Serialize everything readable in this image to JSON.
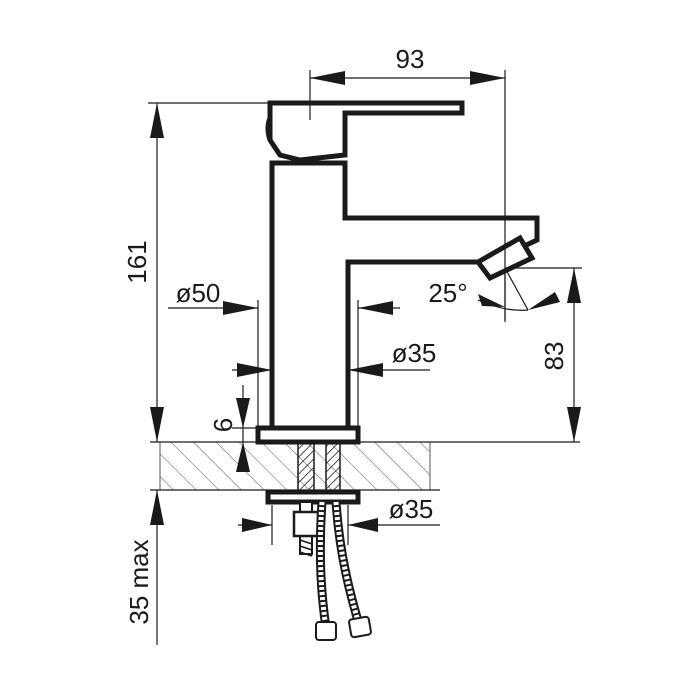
{
  "dimensions": {
    "spout_reach": "93",
    "total_height": "161",
    "base_diameter": "ø50",
    "body_diameter": "ø35",
    "outlet_angle": "25°",
    "outlet_height": "83",
    "base_thickness": "6",
    "fixing_diameter": "ø35",
    "max_deck_thickness": "35 max"
  },
  "colors": {
    "line": "#1a1a1a",
    "hatch": "#555555",
    "background": "#ffffff"
  }
}
